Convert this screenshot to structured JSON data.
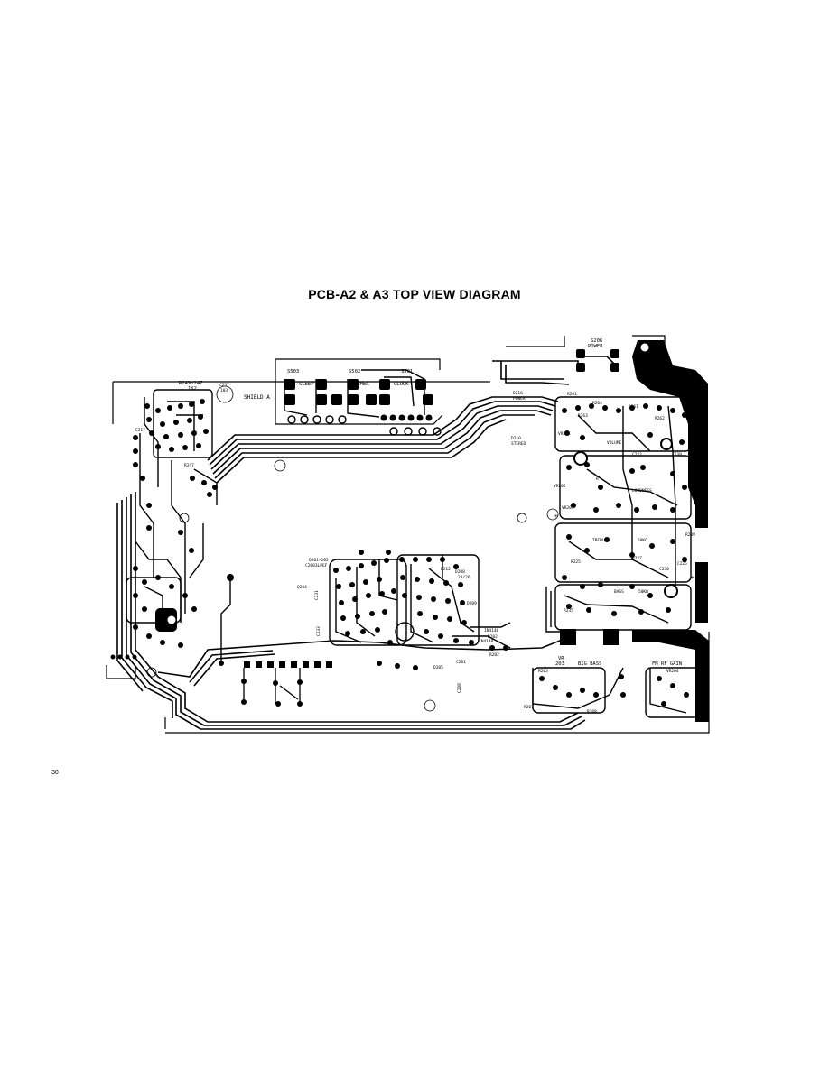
{
  "title": "PCB-A2 & A3 TOP VIEW DIAGRAM",
  "page_number": "30",
  "switches": {
    "s503": "S503",
    "s502": "S502",
    "s501": "S501",
    "sleep": "SLEEP",
    "timer": "TIMER",
    "clock": "CLOCK",
    "s206": "S206",
    "power": "POWER"
  },
  "labels": {
    "r249": "R249~247",
    "r249_value": "1K2",
    "c237": "C237",
    "c237_value": "103",
    "shield": "SHIELD A",
    "r247": "R247",
    "c217": "C217",
    "q201": "Q201~202",
    "q201_part": "C2603LPEF",
    "q204": "Q204",
    "c231": "C231",
    "c233": "C233",
    "d208": "D208",
    "d208_part": "2A/26",
    "d212": "D212",
    "in4148_a": "IN4148",
    "in4148_b": "1N4148",
    "d209": "D209",
    "d202": "D202",
    "d205": "D205",
    "r202": "R202",
    "c201": "C201",
    "c208": "C208",
    "d210": "D210",
    "stereo": "STEREO",
    "d216": "D216",
    "power_led": "POWER",
    "vr201": "VR201",
    "volume": "VOLUME",
    "vr202": "VR202",
    "r": "R",
    "vr203": "VR203",
    "treble": "TREBLE",
    "loudness": "LOUDNESS",
    "bass": "BASS",
    "k50": "50KΩ",
    "r235": "R235",
    "r261": "R261",
    "r262": "R262",
    "r264": "R264",
    "r201": "R201",
    "r263": "R263",
    "c222": "C222",
    "c225": "C225",
    "c230": "C230",
    "c239": "C239",
    "r209": "R209",
    "r225": "R225",
    "r227": "R227",
    "vr": "VR",
    "vr_num": "203",
    "big_bass": "BIG BASS",
    "fm_rf_gain": "FM RF GAIN",
    "r203": "R203",
    "r207": "R207",
    "r208": "R208",
    "vr204": "VR204"
  },
  "symbols": {
    "plus": "+"
  }
}
